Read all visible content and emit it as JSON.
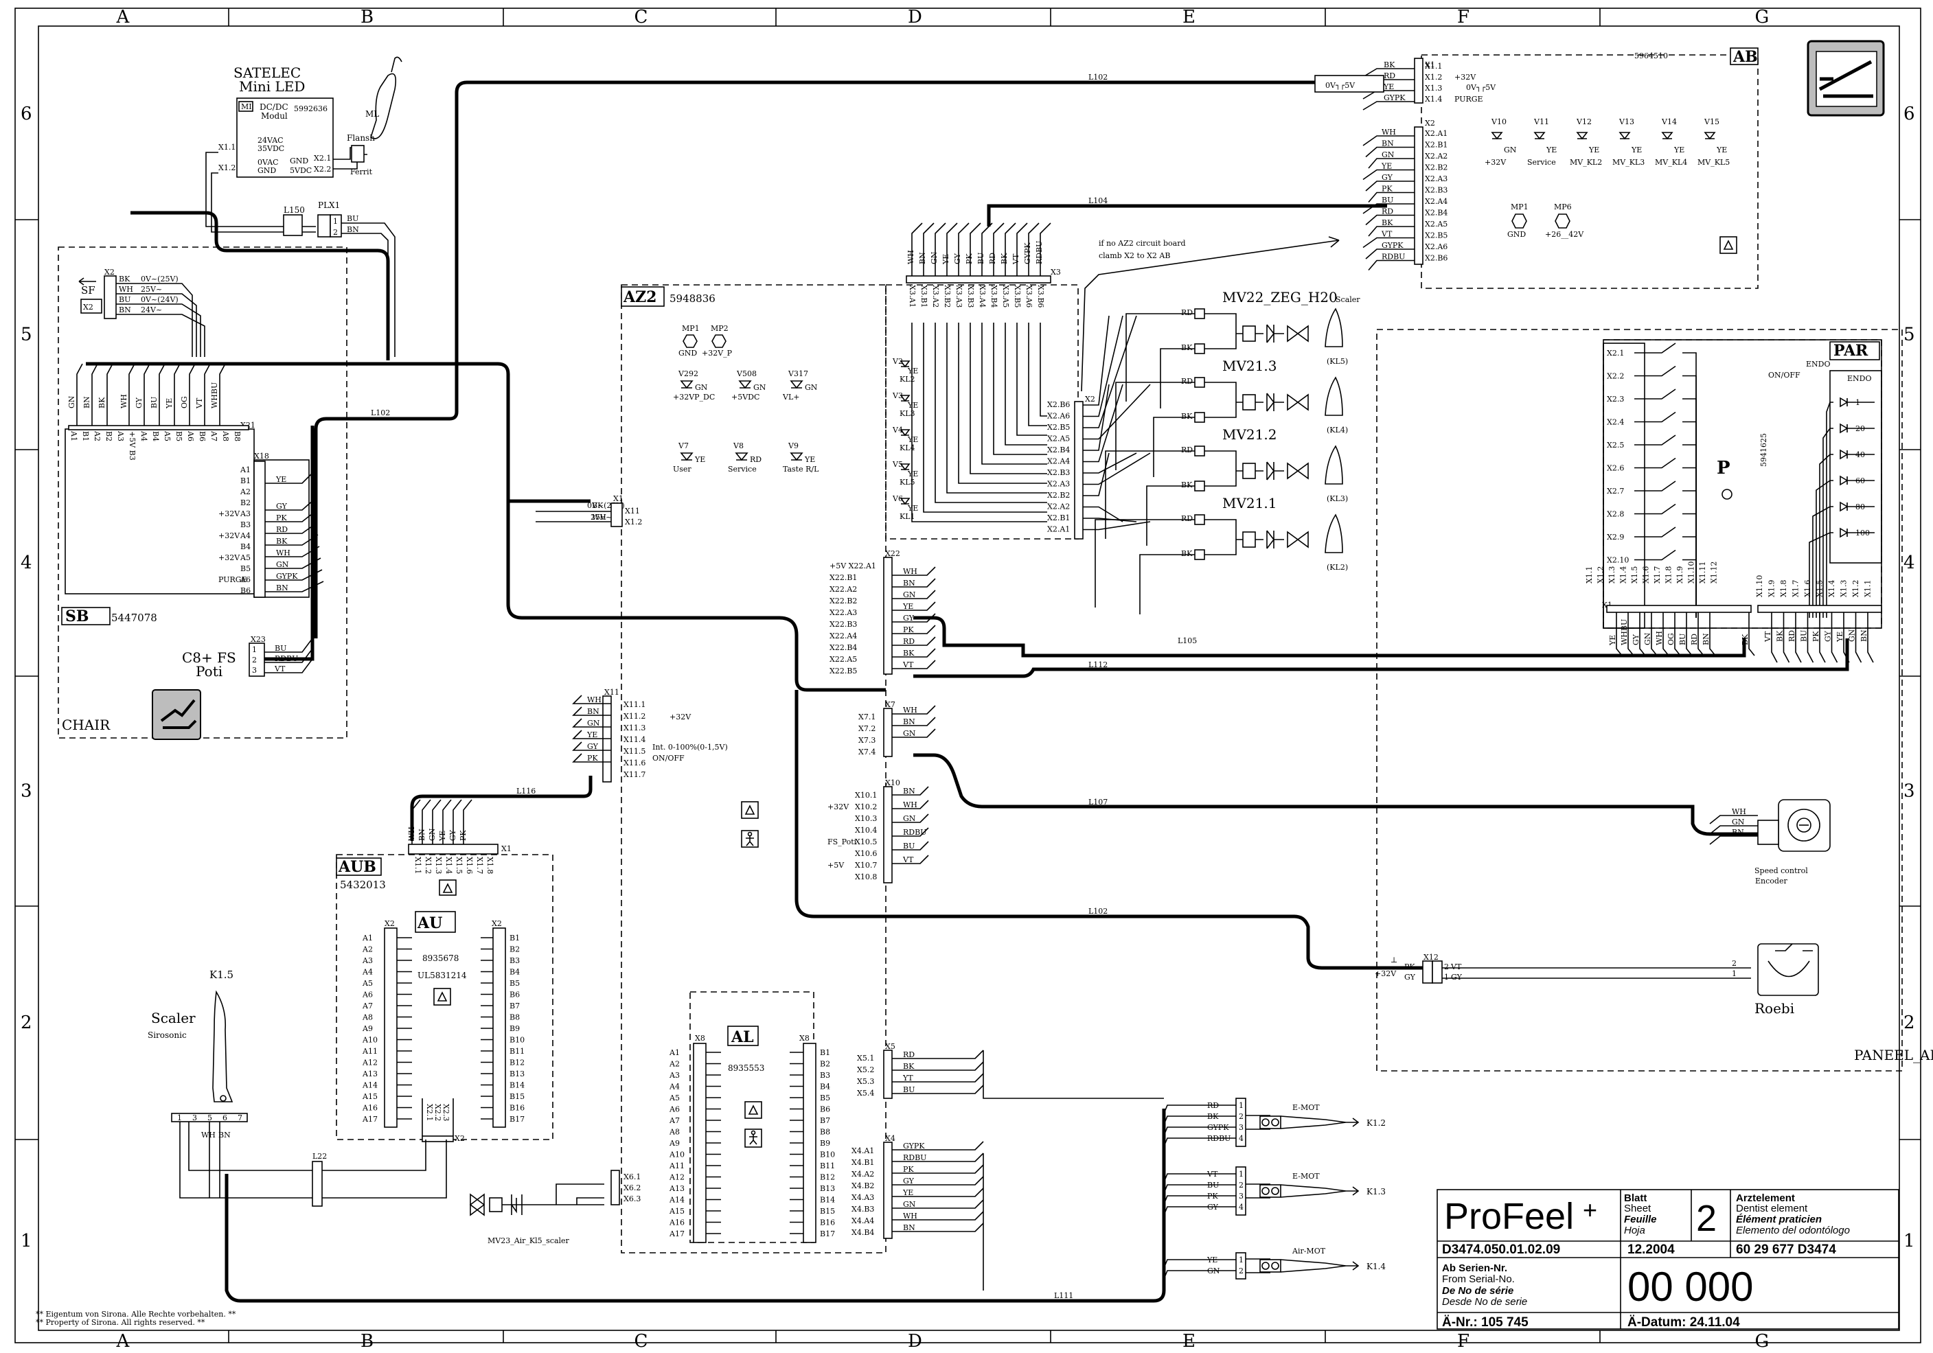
{
  "colors": {
    "line": "#000000",
    "paper": "#ffffff",
    "icon_bg": "#bdbdbd"
  },
  "grid": {
    "cols": [
      "A",
      "B",
      "C",
      "D",
      "E",
      "F",
      "G"
    ],
    "rows": [
      "6",
      "5",
      "4",
      "3",
      "2",
      "1"
    ]
  },
  "blocks": {
    "satelec": {
      "title1": "SATELEC",
      "title2": "Mini LED",
      "mi": "MI",
      "dcdc1": "DC/DC",
      "dcdc2": "Modul",
      "num": "5992636",
      "x11": "X1.1",
      "x12": "X1.2",
      "v1": "24VAC",
      "v2": "35VDC",
      "v3": "0VAC",
      "v4": "GND",
      "gnd": "GND",
      "v5": "5VDC",
      "x21": "X2.1",
      "x22": "X2.2",
      "flansh": "Flansh",
      "ferrit": "Ferrit",
      "ml": "ML"
    },
    "plx": {
      "l150": "L150",
      "plx1": "PLX1",
      "bu": "BU",
      "bn": "BN",
      "p1": "1",
      "p2": "2"
    },
    "sf": {
      "x2": "X2",
      "sf": "SF",
      "x2box": "X2",
      "wires": [
        "BK",
        "WH",
        "BU",
        "BN"
      ],
      "volts": [
        "0V~(25V)",
        "25V~",
        "0V~(24V)",
        "24V~"
      ]
    },
    "chair": {
      "label": "CHAIR",
      "sb": "SB",
      "num": "5447078",
      "x21": "X21",
      "x18": "X18",
      "x23": "X23",
      "c8": "C8+ FS",
      "poti": "Poti",
      "top_wires": [
        "GN",
        "BN",
        "BK",
        "WH",
        "GY",
        "BU",
        "YE",
        "OG",
        "VT",
        "WHBU"
      ],
      "x21_pins": [
        "A1",
        "B1",
        "A2",
        "B2",
        "A3",
        "+5V B3",
        "A4",
        "B4",
        "A5",
        "B5",
        "A6",
        "B6",
        "A7",
        "A8",
        "B8"
      ],
      "x18_pins": [
        "A1",
        "B1",
        "A2",
        "B2",
        "A3",
        "B3",
        "A4",
        "B4",
        "A5",
        "B5",
        "A6",
        "B6"
      ],
      "x18_sig": [
        "",
        "",
        "",
        "",
        "+32V",
        "",
        "+32V",
        "",
        "+32V",
        "",
        "PURGE",
        ""
      ],
      "x18_wires": [
        "YE",
        "GY",
        "PK",
        "RD",
        "BK",
        "WH",
        "GN",
        "GYPK",
        "BN"
      ],
      "x23_pins": [
        "1",
        "2",
        "3"
      ],
      "x23_wires": [
        "BU",
        "RDBU",
        "VT"
      ]
    },
    "az2": {
      "label": "AZ2",
      "num": "5948836",
      "mp1": "MP1",
      "mp2": "MP2",
      "mp1s": "GND",
      "mp2s": "+32V_P",
      "leds": [
        {
          "n": "V292",
          "c": "GN",
          "s": "+32VP_DC"
        },
        {
          "n": "V508",
          "c": "GN",
          "s": "+5VDC"
        },
        {
          "n": "V317",
          "c": "GN",
          "s": "VL+"
        },
        {
          "n": "V7",
          "c": "YE",
          "s": "User"
        },
        {
          "n": "V8",
          "c": "RD",
          "s": "Service"
        },
        {
          "n": "V9",
          "c": "YE",
          "s": "Taste R/L"
        }
      ],
      "x1": "X1",
      "x11": "X11",
      "x12": "X1.2",
      "x1w1": "BK",
      "x1w2": "WH",
      "x1v1": "0V~(25V)",
      "x1v2": "25V~",
      "x3": "X3",
      "x3pins": [
        "X3.A1",
        "X3.B1",
        "X3.A2",
        "X3.B2",
        "X3.A3",
        "X3.B3",
        "X3.A4",
        "X3.B4",
        "X3.A5",
        "X3.B5",
        "X3.A6",
        "X3.B6"
      ],
      "x3wires": [
        "WH",
        "BN",
        "GN",
        "YE",
        "GY",
        "PK",
        "BU",
        "RD",
        "BK",
        "VT",
        "GYPK",
        "RDBU"
      ],
      "v2x": [
        "V2",
        "V3",
        "V4",
        "V5",
        "V6"
      ],
      "klx": [
        "KL2",
        "KL3",
        "KL4",
        "KL5",
        "KL1"
      ],
      "ye": "YE",
      "x2": "X2",
      "x2pins": [
        "X2.B6",
        "X2.A6",
        "X2.B5",
        "X2.A5",
        "X2.B4",
        "X2.A4",
        "X2.B3",
        "X2.A3",
        "X2.B2",
        "X2.A2",
        "X2.B1",
        "X2.A1"
      ],
      "note1": "if no AZ2 circuit board",
      "note2": "clamb X2 to X2 AB",
      "x22": "X22",
      "x22pins": [
        "+5V X22.A1",
        "X22.B1",
        "X22.A2",
        "X22.B2",
        "X22.A3",
        "X22.B3",
        "X22.A4",
        "X22.B4",
        "X22.A5",
        "X22.B5"
      ],
      "x22wires": [
        "WH",
        "BN",
        "GN",
        "YE",
        "GY",
        "PK",
        "RD",
        "BK",
        "VT"
      ],
      "x7": "X7",
      "x7pins": [
        "X7.1",
        "X7.2",
        "X7.3",
        "X7.4"
      ],
      "x7wires": [
        "WH",
        "BN",
        "GN"
      ],
      "x10": "X10",
      "x10pins": [
        "X10.1",
        "X10.2",
        "X10.3",
        "X10.4",
        "X10.5",
        "X10.6",
        "X10.7",
        "X10.8"
      ],
      "x10sig": [
        "",
        "+32V",
        "",
        "",
        "FS_Poti",
        "",
        "+5V",
        ""
      ],
      "x10wires": [
        "BN",
        "WH",
        "GN",
        "RDBU",
        "BU",
        "VT"
      ],
      "x11pins": [
        "X11.1",
        "X11.2",
        "X11.3",
        "X11.4",
        "X11.5",
        "X11.6",
        "X11.7"
      ],
      "x11wires": [
        "WH",
        "BN",
        "GN",
        "YE",
        "GY",
        "PK"
      ],
      "x11s1": "+32V",
      "x11s2": "Int. 0-100%(0-1,5V)",
      "x11s3": "ON/OFF",
      "x5": "X5",
      "x5pins": [
        "X5.1",
        "X5.2",
        "X5.3",
        "X5.4"
      ],
      "x5wires": [
        "RD",
        "BK",
        "YT",
        "BU"
      ],
      "x4": "X4",
      "x4pins": [
        "X4.A1",
        "X4.B1",
        "X4.A2",
        "X4.B2",
        "X4.A3",
        "X4.B3",
        "X4.A4",
        "X4.B4"
      ],
      "x4wires": [
        "GYPK",
        "RDBU",
        "PK",
        "GY",
        "YE",
        "GN",
        "WH",
        "BN"
      ],
      "x6": "X6",
      "x6pins": [
        "X6.1",
        "X6.2",
        "X6.3"
      ]
    },
    "aub": {
      "label": "AUB",
      "num": "5432013",
      "au": "AU",
      "auNum": "8935678",
      "ul": "UL5831214",
      "x1": "X1",
      "x1pins": [
        "X1.1",
        "X1.2",
        "X1.3",
        "X1.4",
        "X1.5",
        "X1.6",
        "X1.7",
        "X1.8"
      ],
      "x1wires": [
        "WH",
        "BN",
        "GN",
        "YE",
        "GY",
        "PK"
      ],
      "x2": "X2",
      "apins": [
        "A1",
        "A2",
        "A3",
        "A4",
        "A5",
        "A6",
        "A7",
        "A8",
        "A9",
        "A10",
        "A11",
        "A12",
        "A13",
        "A14",
        "A15",
        "A16",
        "A17"
      ],
      "bpins": [
        "B1",
        "B2",
        "B3",
        "B4",
        "B5",
        "B6",
        "B7",
        "B8",
        "B9",
        "B10",
        "B11",
        "B12",
        "B13",
        "B14",
        "B15",
        "B16",
        "B17"
      ],
      "x2b": [
        "X2.1",
        "X2.2",
        "X2.3"
      ]
    },
    "al": {
      "label": "AL",
      "num": "8935553",
      "x8": "X8"
    },
    "scaler": {
      "k15": "K1.5",
      "label": "Scaler",
      "sub": "Sirosonic",
      "pins": [
        "1",
        "3",
        "5",
        "6",
        "7"
      ],
      "wh": "WH",
      "bn": "BN",
      "l22": "L22",
      "mv23": "MV23_Air_Kl5_scaler"
    },
    "mv": [
      {
        "n": "MV22_ZEG_H20",
        "k": "(KL5)",
        "t": "Scaler"
      },
      {
        "n": "MV21.3",
        "k": "(KL4)",
        "t": ""
      },
      {
        "n": "MV21.2",
        "k": "(KL3)",
        "t": ""
      },
      {
        "n": "MV21.1",
        "k": "(KL2)",
        "t": ""
      }
    ],
    "mvw": [
      "RD",
      "BK"
    ],
    "ab": {
      "num": "5964510",
      "label": "AB",
      "x1": "X1",
      "x1pins": [
        "X1.1",
        "X1.2",
        "X1.3",
        "X1.4"
      ],
      "x1wires": [
        "BK",
        "RD",
        "YE",
        "GYPK"
      ],
      "x1sig": [
        "",
        "+32V",
        "0V┐┌5V",
        "PURGE"
      ],
      "sw": "0V┐┌5V",
      "x2": "X2",
      "x2pins": [
        "X2.A1",
        "X2.B1",
        "X2.A2",
        "X2.B2",
        "X2.A3",
        "X2.B3",
        "X2.A4",
        "X2.B4",
        "X2.A5",
        "X2.B5",
        "X2.A6",
        "X2.B6"
      ],
      "x2wires": [
        "WH",
        "BN",
        "GN",
        "YE",
        "GY",
        "PK",
        "BU",
        "RD",
        "BK",
        "VT",
        "GYPK",
        "RDBU"
      ],
      "leds": [
        {
          "n": "V10",
          "c": "GN",
          "s": "+32V"
        },
        {
          "n": "V11",
          "c": "YE",
          "s": "Service"
        },
        {
          "n": "V12",
          "c": "YE",
          "s": "MV_KL2"
        },
        {
          "n": "V13",
          "c": "YE",
          "s": "MV_KL3"
        },
        {
          "n": "V14",
          "c": "YE",
          "s": "MV_KL4"
        },
        {
          "n": "V15",
          "c": "YE",
          "s": "MV_KL5"
        }
      ],
      "mp1": "MP1",
      "mp6": "MP6",
      "mp1s": "GND",
      "mp6s": "+26__42V"
    },
    "panel": {
      "label": "PANEEL_AE",
      "par": "PAR",
      "num": "5941625",
      "onoff": "ON/OFF",
      "endo": "ENDO",
      "endo2": "ENDO",
      "x2pins": [
        "X2.1",
        "X2.2",
        "X2.3",
        "X2.4",
        "X2.5",
        "X2.6",
        "X2.7",
        "X2.8",
        "X2.9",
        "X2.10"
      ],
      "levels": [
        "1",
        "20",
        "40",
        "60",
        "80",
        "100"
      ],
      "x1": "X1",
      "x1pins": [
        "X1.1",
        "X1.2",
        "X1.3",
        "X1.4",
        "X1.5",
        "X1.6",
        "X1.7",
        "X1.8",
        "X1.9",
        "X1.10",
        "X1.11",
        "X1.12"
      ],
      "x1wires": [
        "YE",
        "WHBU",
        "GY",
        "GN",
        "WH",
        "OG",
        "BU",
        "RD",
        "BN",
        "BK"
      ],
      "rpins": [
        "X1.10",
        "X1.9",
        "X1.8",
        "X1.7",
        "X1.6",
        "X1.5",
        "X1.4",
        "X1.3",
        "X1.2",
        "X1.1"
      ],
      "rwires": [
        "VT",
        "BK",
        "RD",
        "BU",
        "PK",
        "GY",
        "YE",
        "GN",
        "BN"
      ],
      "enc": "Speed control",
      "enc2": "Encoder",
      "encw": [
        "WH",
        "GN",
        "BN"
      ],
      "roebi": "Roebi",
      "x12": "X12",
      "x12a": [
        "PK",
        "GY"
      ],
      "x12b": [
        "VT",
        "GY"
      ],
      "x12p": [
        "2",
        "1",
        "2",
        "1"
      ],
      "x12s": "+32V"
    },
    "motors": [
      {
        "n": "E-MOT",
        "k": "K1.2",
        "w": [
          "RD",
          "BK",
          "GYPK",
          "RDBU"
        ],
        "p": [
          "1",
          "2",
          "3",
          "4"
        ]
      },
      {
        "n": "E-MOT",
        "k": "K1.3",
        "w": [
          "VT",
          "BU",
          "PK",
          "GY"
        ],
        "p": [
          "1",
          "2",
          "3",
          "4"
        ]
      },
      {
        "n": "Air-MOT",
        "k": "K1.4",
        "w": [
          "YE",
          "GN"
        ],
        "p": [
          "1",
          "2"
        ]
      }
    ],
    "lines": [
      "L102",
      "L104",
      "L105",
      "L112",
      "L116",
      "L107",
      "L102",
      "L111",
      "L102"
    ]
  },
  "titleblock": {
    "brand": "ProFeel",
    "plus": "+",
    "blatt": "Blatt",
    "sheet": "Sheet",
    "feuille": "Feuille",
    "hoja": "Hoja",
    "num": "2",
    "a1": "Arztelement",
    "a2": "Dentist element",
    "a3": "Élément praticien",
    "a4": "Elemento del odontólogo",
    "docno": "D3474.050.01.02.09",
    "date": "12.2004",
    "partno": "60 29 677 D3474",
    "s1": "Ab Serien-Nr.",
    "s2": "From Serial-No.",
    "s3": "De No de série",
    "s4": "Desde No de serie",
    "serial": "00 000",
    "anr": "Ä-Nr.: 105 745",
    "adatum": "Ä-Datum: 24.11.04"
  },
  "footer": {
    "l1": "** Eigentum von Sirona. Alle Rechte vorbehalten. **",
    "l2": "** Property of Sirona. All rights reserved. **"
  }
}
